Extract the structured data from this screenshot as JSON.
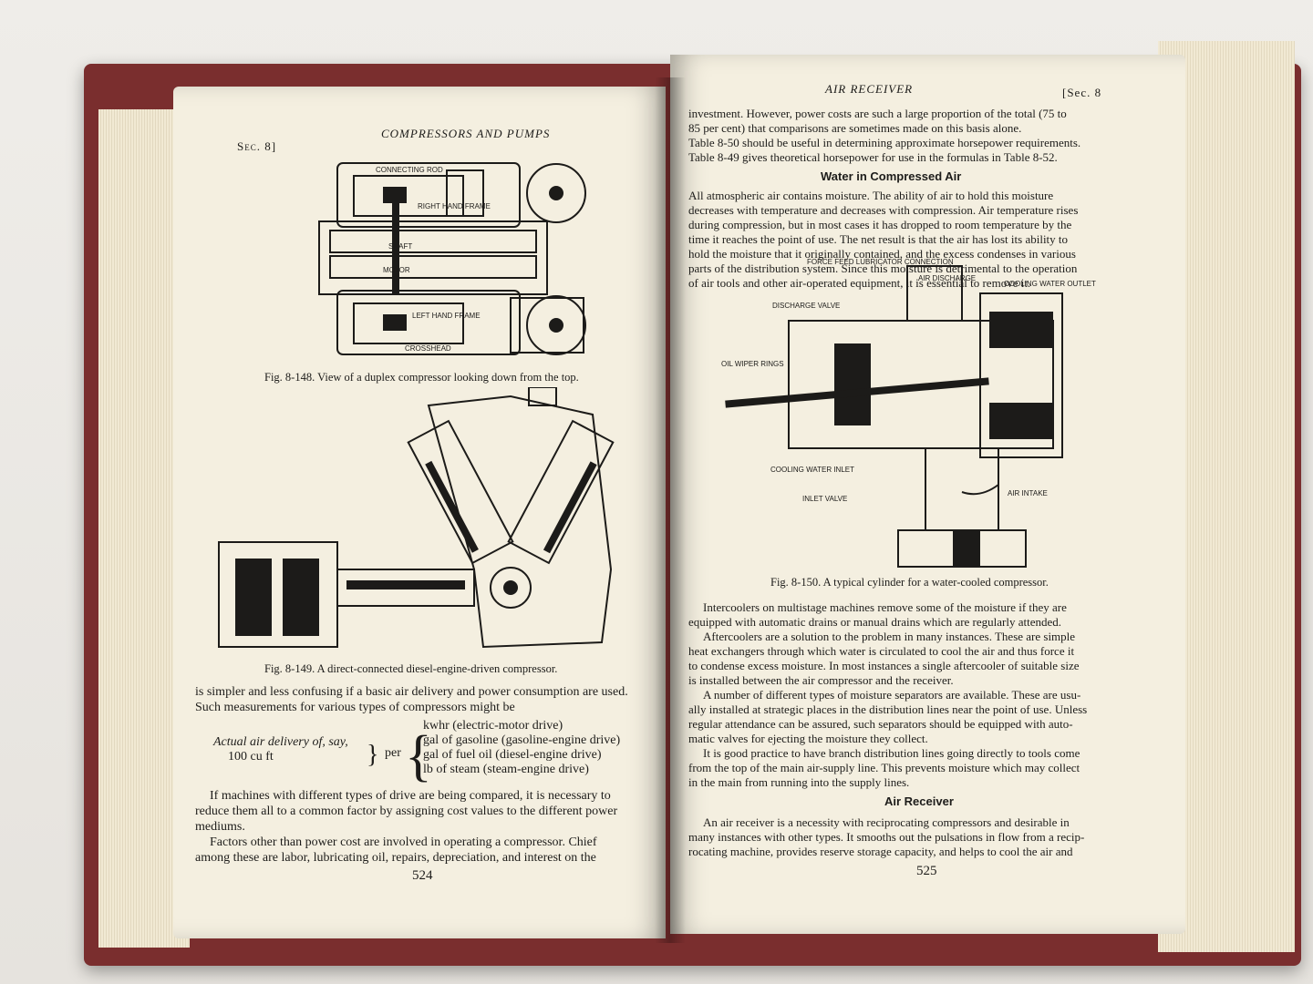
{
  "left_page": {
    "section": "Sec. 8]",
    "running_head": "COMPRESSORS AND PUMPS",
    "fig148": {
      "labels": [
        "CONNECTING ROD",
        "RIGHT HAND FRAME",
        "SHAFT",
        "MOTOR",
        "LEFT HAND FRAME",
        "CROSSHEAD"
      ],
      "caption": "Fig. 8-148.  View of a duplex compressor looking down from the top."
    },
    "fig149": {
      "caption": "Fig. 8-149.  A direct-connected diesel-engine-driven compressor."
    },
    "body_lines_1": [
      "is simpler and less confusing if a basic air delivery and power consumption are used.",
      "Such measurements for various types of compressors might be"
    ],
    "formula": {
      "left_1": "Actual air delivery of, say,",
      "left_2": "100 cu ft",
      "per": "per",
      "options": [
        "kwhr (electric-motor drive)",
        "gal of gasoline (gasoline-engine drive)",
        "gal of fuel oil (diesel-engine drive)",
        "lb of steam (steam-engine drive)"
      ]
    },
    "body_lines_2": [
      "If machines with different types of drive are being compared, it is necessary to",
      "reduce them all to a common factor by assigning cost values to the different power",
      "mediums.",
      "Factors other than power cost are involved in operating a compressor.  Chief",
      "among these are labor, lubricating oil, repairs, depreciation, and interest on the"
    ],
    "page_number": "524"
  },
  "right_page": {
    "running_head": "AIR RECEIVER",
    "section": "[Sec. 8",
    "intro_lines": [
      "investment.  However, power costs are such a large proportion of the total (75 to",
      "85 per cent) that comparisons are sometimes made on this basis alone.",
      "Table 8-50 should be useful in determining approximate horsepower requirements.",
      "Table 8-49 gives theoretical horsepower for use in the formulas in Table 8-52."
    ],
    "heading_water": "Water in Compressed Air",
    "water_lines": [
      "All atmospheric air contains moisture.  The ability of air to hold this moisture",
      "decreases with temperature and decreases with compression.  Air temperature rises",
      "during compression, but in most cases it has dropped to room temperature by the",
      "time it reaches the point of use.  The net result is that the air has lost its ability to",
      "hold the moisture that it originally contained, and the excess condenses in various",
      "parts of the distribution system.  Since this moisture is detrimental to the operation",
      "of air tools and other air-operated equipment, it is essential to remove it."
    ],
    "fig150": {
      "labels": [
        "FORCE FEED LUBRICATOR CONNECTION",
        "AIR DISCHARGE",
        "COOLING WATER OUTLET",
        "DISCHARGE VALVE",
        "OIL WIPER RINGS",
        "COOLING WATER INLET",
        "INLET VALVE",
        "AIR INTAKE"
      ],
      "caption": "Fig. 8-150.  A typical cylinder for a water-cooled compressor."
    },
    "body_lines": [
      "Intercoolers on multistage machines remove some of the moisture if they are",
      "equipped with automatic drains or manual drains which are regularly attended.",
      "Aftercoolers are a solution to the problem in many instances.  These are simple",
      "heat exchangers through which water is circulated to cool the air and thus force it",
      "to condense excess moisture.  In most instances a single aftercooler of suitable size",
      "is installed between the air compressor and the receiver.",
      "A number of different types of moisture separators are available.  These are usu-",
      "ally installed at strategic places in the distribution lines near the point of use.  Unless",
      "regular attendance can be assured, such separators should be equipped with auto-",
      "matic valves for ejecting the moisture they collect.",
      "It is good practice to have branch distribution lines going directly to tools come",
      "from the top of the main air-supply line.  This prevents moisture which may collect",
      "in the main from running into the supply lines."
    ],
    "heading_receiver": "Air Receiver",
    "receiver_lines": [
      "An air receiver is a necessity with reciprocating compressors and desirable in",
      "many instances with other types.  It smooths out the pulsations in flow from a recip-",
      "rocating machine, provides reserve storage capacity, and helps to cool the air and"
    ],
    "page_number": "525"
  }
}
